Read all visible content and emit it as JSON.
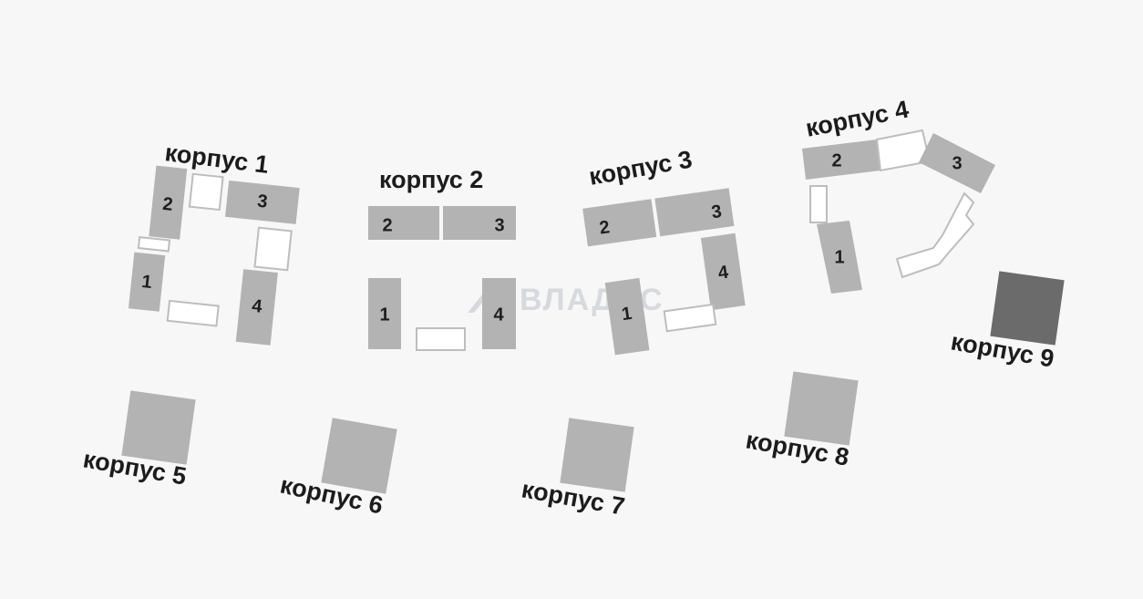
{
  "buildings": [
    {
      "id": "b1",
      "label": "корпус 1",
      "sections": [
        "1",
        "2",
        "3",
        "4"
      ]
    },
    {
      "id": "b2",
      "label": "корпус 2",
      "sections": [
        "1",
        "2",
        "3",
        "4"
      ]
    },
    {
      "id": "b3",
      "label": "корпус 3",
      "sections": [
        "1",
        "2",
        "3",
        "4"
      ]
    },
    {
      "id": "b4",
      "label": "корпус 4",
      "sections": [
        "1",
        "2",
        "3"
      ]
    },
    {
      "id": "b5",
      "label": "корпус 5"
    },
    {
      "id": "b6",
      "label": "корпус 6"
    },
    {
      "id": "b7",
      "label": "корпус 7"
    },
    {
      "id": "b8",
      "label": "корпус 8"
    },
    {
      "id": "b9",
      "label": "корпус 9",
      "highlighted": true
    }
  ],
  "watermark": {
    "text": "ВЛАДИС"
  },
  "colors": {
    "block": "#b3b3b3",
    "selected": "#6b6b6b",
    "background": "#f7f7f8"
  }
}
